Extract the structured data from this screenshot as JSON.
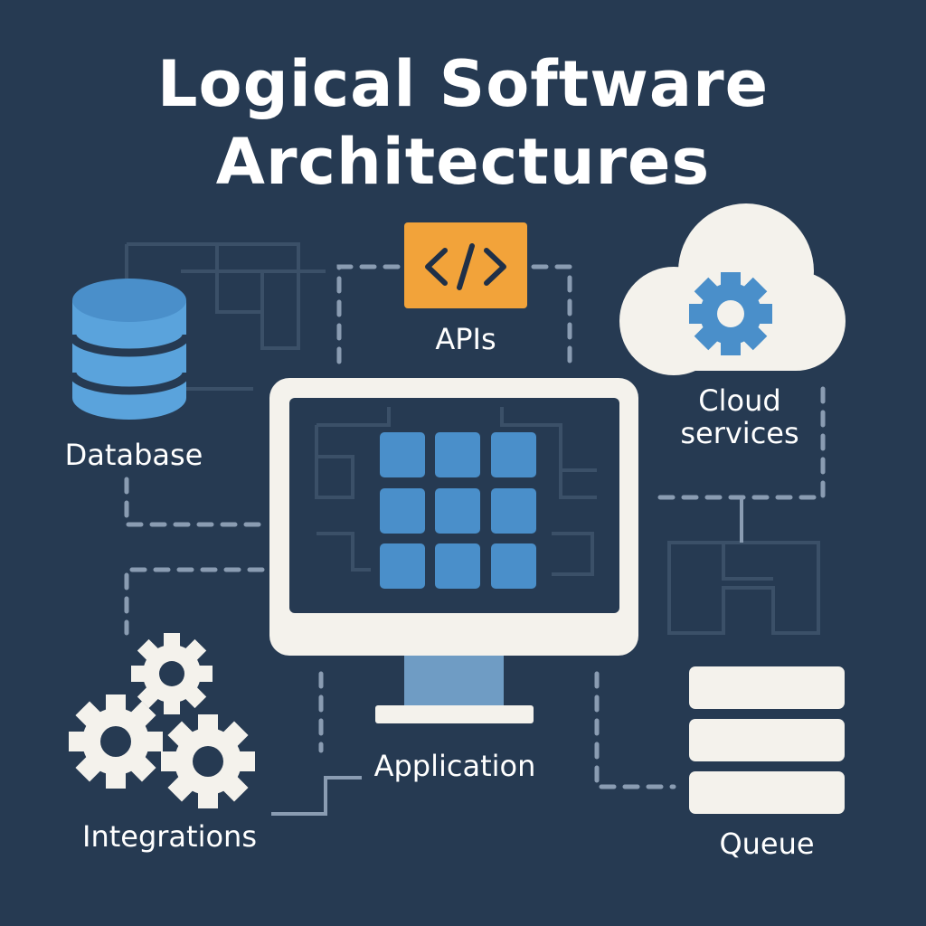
{
  "title": {
    "line1": "Logical Software",
    "line2": "Architectures"
  },
  "nodes": {
    "apis": {
      "label": "APIs",
      "icon": "code-brackets-icon",
      "color": "#f2a33a"
    },
    "database": {
      "label": "Database",
      "icon": "database-cylinder-icon",
      "color": "#4a8fca"
    },
    "cloud": {
      "label_line1": "Cloud",
      "label_line2": "services",
      "icon": "cloud-gear-icon"
    },
    "application": {
      "label": "Application",
      "icon": "monitor-grid-icon"
    },
    "integrations": {
      "label": "Integrations",
      "icon": "gears-icon"
    },
    "queue": {
      "label": "Queue",
      "icon": "queue-stack-icon"
    }
  },
  "colors": {
    "background": "#263a52",
    "panel": "#f4f2ec",
    "accent_blue": "#4a8fca",
    "accent_orange": "#f2a33a",
    "connector": "#8a9cb2"
  }
}
